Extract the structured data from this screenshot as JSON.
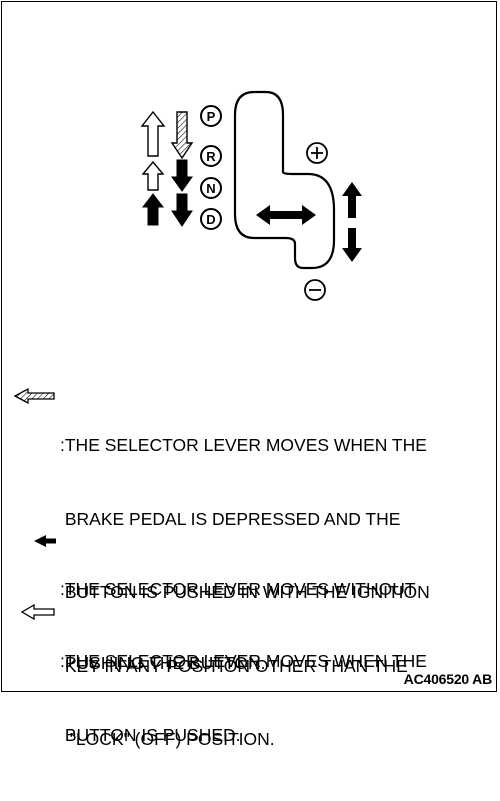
{
  "gears": [
    "P",
    "R",
    "N",
    "D"
  ],
  "plus_symbol": "⊕",
  "minus_symbol": "⊖",
  "legend": [
    {
      "icon": "hatched-arrow-left-icon",
      "lines": [
        ":THE SELECTOR LEVER MOVES WHEN THE",
        " BRAKE PEDAL IS DEPRESSED AND THE",
        " BUTTON IS PUSHED IN WITH THE IGNITION",
        " KEY IN ANY POSITION OTHER THAN THE",
        "  \"LOCK\" (OFF) POSITION."
      ]
    },
    {
      "icon": "solid-arrow-left-icon",
      "lines": [
        ":THE SELECTOR LEVER MOVES WITHOUT",
        " PUSHING THE BUTTON."
      ]
    },
    {
      "icon": "outline-arrow-left-icon",
      "lines": [
        ":THE SELECTOR LEVER MOVES WHEN THE",
        " BUTTON IS PUSHED."
      ]
    }
  ],
  "figure_code": "AC406520 AB"
}
